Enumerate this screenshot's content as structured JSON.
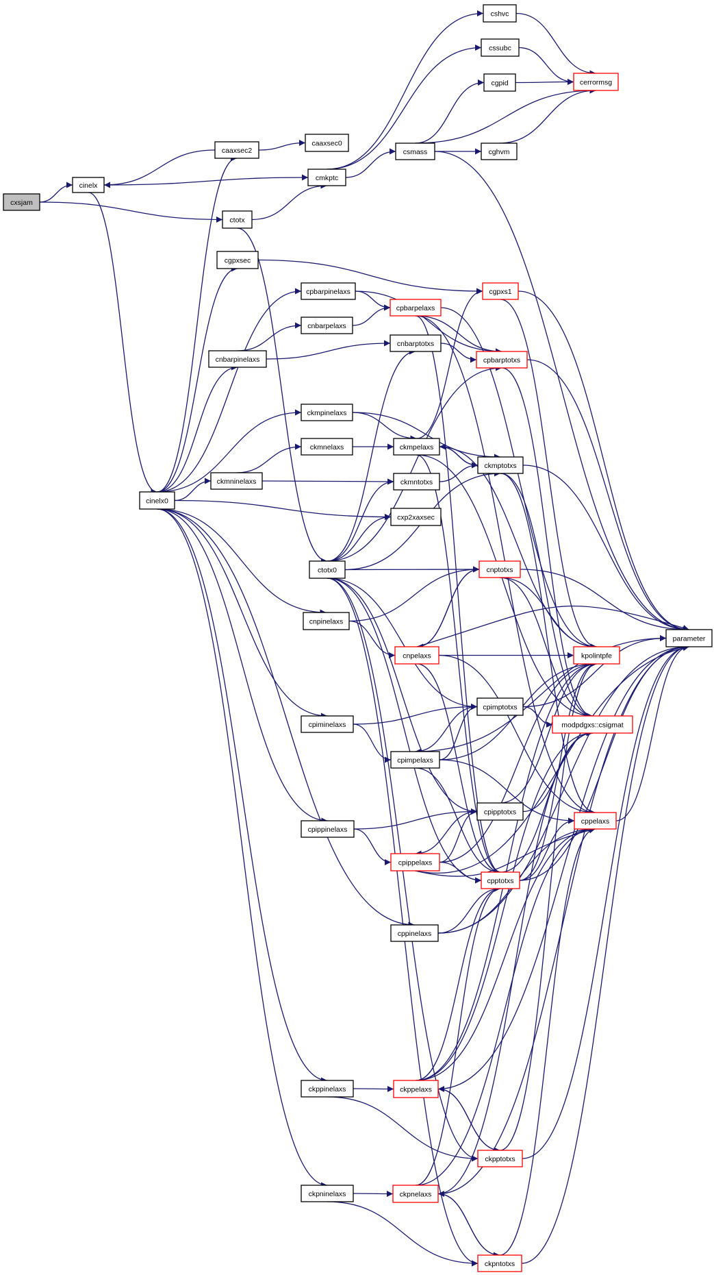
{
  "colors": {
    "edge": "#191970",
    "node_border": "#000000",
    "node_border_undocumented": "#ff0000",
    "root_fill": "#bfbfbf",
    "background": "#ffffff"
  },
  "nodes": {
    "cxsjam": "cxsjam",
    "cinelx": "cinelx",
    "caaxsec2": "caaxsec2",
    "caaxsec0": "caaxsec0",
    "cmkptc": "cmkptc",
    "cshvc": "cshvc",
    "cssubc": "cssubc",
    "cgpid": "cgpid",
    "cerrormsg": "cerrormsg",
    "csmass": "csmass",
    "cghvm": "cghvm",
    "ctotx": "ctotx",
    "cgpxsec": "cgpxsec",
    "cgpxs1": "cgpxs1",
    "cpbarpinelaxs": "cpbarpinelaxs",
    "cpbarpelaxs": "cpbarpelaxs",
    "cnbarpelaxs": "cnbarpelaxs",
    "cnbarpinelaxs": "cnbarpinelaxs",
    "cnbarptotxs": "cnbarptotxs",
    "cpbarptotxs": "cpbarptotxs",
    "ckmpinelaxs": "ckmpinelaxs",
    "ckmnelaxs": "ckmnelaxs",
    "ckmpelaxs": "ckmpelaxs",
    "ckmptotxs": "ckmptotxs",
    "cinelx0": "cinelx0",
    "ckmninelaxs": "ckmninelaxs",
    "ckmntotxs": "ckmntotxs",
    "cxp2xaxsec": "cxp2xaxsec",
    "ctotx0": "ctotx0",
    "cnptotxs": "cnptotxs",
    "cnpinelaxs": "cnpinelaxs",
    "parameter": "parameter",
    "cnpelaxs": "cnpelaxs",
    "kpolintpfe": "kpolintpfe",
    "cpimptotxs": "cpimptotxs",
    "cpiminelaxs": "cpiminelaxs",
    "csigmat": "modpdgxs::csigmat",
    "cpimpelaxs": "cpimpelaxs",
    "cpipptotxs": "cpipptotxs",
    "cppelaxs": "cppelaxs",
    "cpippinelaxs": "cpippinelaxs",
    "cpippelaxs": "cpippelaxs",
    "cpptotxs": "cpptotxs",
    "cppinelaxs": "cppinelaxs",
    "ckppinelaxs": "ckppinelaxs",
    "ckppelaxs": "ckppelaxs",
    "ckpptotxs": "ckpptotxs",
    "ckpninelaxs": "ckpninelaxs",
    "ckpnelaxs": "ckpnelaxs",
    "ckpntotxs": "ckpntotxs"
  }
}
